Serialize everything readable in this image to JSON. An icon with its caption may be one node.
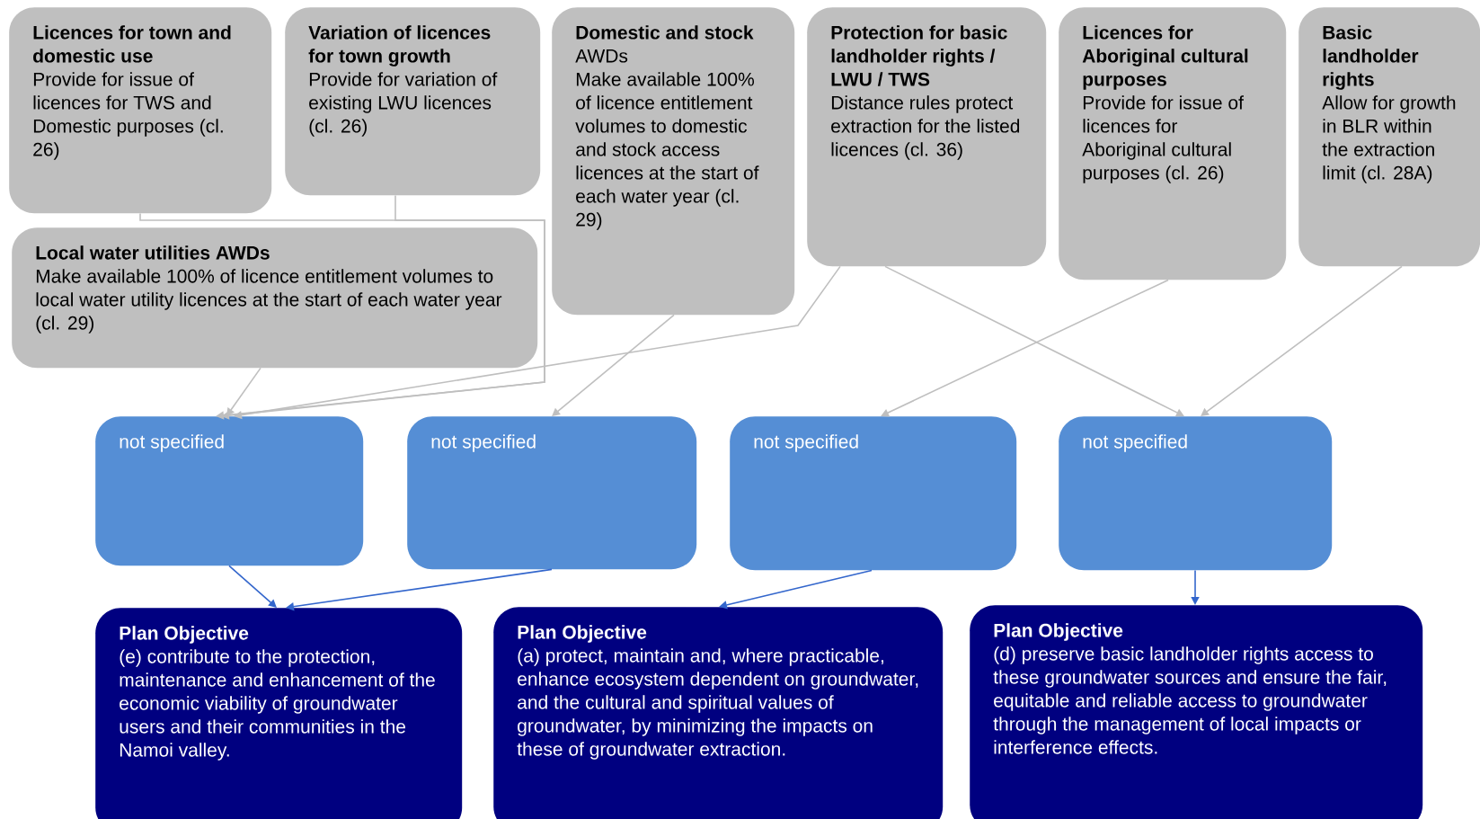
{
  "diagram": {
    "nodes": [
      {
        "text": [
          "Licences for town and domestic use",
          "Provide for issue of licences for TWS and Domestic purposes (cl. 26)"
        ]
      },
      {
        "text": [
          "Variation of licences for town growth",
          "Provide for variation of existing LWU licences (cl. 26)"
        ]
      },
      {
        "text": [
          "**Domestic and stock** AWDs",
          "Make available 100% of licence entitlement volumes to domestic and stock access licences at the start of each water year (cl. 29)"
        ]
      },
      {
        "text": [
          "Protection for basic landholder rights / LWU / TWS",
          "Distance rules protect extraction for the listed licences (cl. 36)"
        ]
      },
      {
        "text": [
          "Licences for Aboriginal cultural purposes",
          "Provide for issue of licences for Aboriginal cultural purposes (cl. 26)"
        ]
      },
      {
        "text": [
          "Basic landholder rights",
          "Allow for growth in BLR within the extraction limit (cl. 28A)"
        ]
      },
      {
        "text": [
          "Local water utilities AWDs",
          "Make available 100% of licence entitlement volumes to local water utility licences at the start of each water year (cl. 29)"
        ]
      },
      {
        "text": [
          "not specified"
        ]
      },
      {
        "text": [
          "not specified"
        ]
      },
      {
        "text": [
          "not specified"
        ]
      },
      {
        "text": [
          "not specified"
        ]
      },
      {
        "text": [
          "Plan Objective",
          "(e) contribute to the protection, maintenance and enhancement of the economic viability of groundwater users and their communities in the Namoi valley."
        ]
      },
      {
        "text": [
          "Plan Objective",
          "(a) protect, maintain and, where practicable, enhance ecosystem dependent on groundwater, and the cultural and spiritual values of groundwater, by minimizing the impacts on these of groundwater extraction."
        ]
      },
      {
        "text": [
          "Plan Objective",
          "(d) preserve basic landholder rights access to these groundwater sources and ensure the fair, equitable and reliable access to groundwater through the management of local impacts or interference effects."
        ]
      }
    ],
    "edges": [
      {
        "from": 0,
        "to": 7,
        "arrow": "to"
      },
      {
        "from": 1,
        "to": 7,
        "arrow": "to"
      },
      {
        "from": 6,
        "to": 7,
        "arrow": "to"
      },
      {
        "from": 3,
        "to": 7,
        "arrow": "to"
      },
      {
        "from": 2,
        "to": 8,
        "arrow": "to"
      },
      {
        "from": 3,
        "to": 10,
        "arrow": "to"
      },
      {
        "from": 4,
        "to": 9,
        "arrow": "to"
      },
      {
        "from": 5,
        "to": 10,
        "arrow": "to"
      },
      {
        "from": 7,
        "to": 11,
        "arrow": "to",
        "color": "#3366cc"
      },
      {
        "from": 8,
        "to": 11,
        "arrow": "to",
        "color": "#3366cc"
      },
      {
        "from": 9,
        "to": 12,
        "arrow": "to",
        "color": "#3366cc"
      },
      {
        "from": 10,
        "to": 13,
        "arrow": "to",
        "color": "#3366cc"
      }
    ]
  }
}
